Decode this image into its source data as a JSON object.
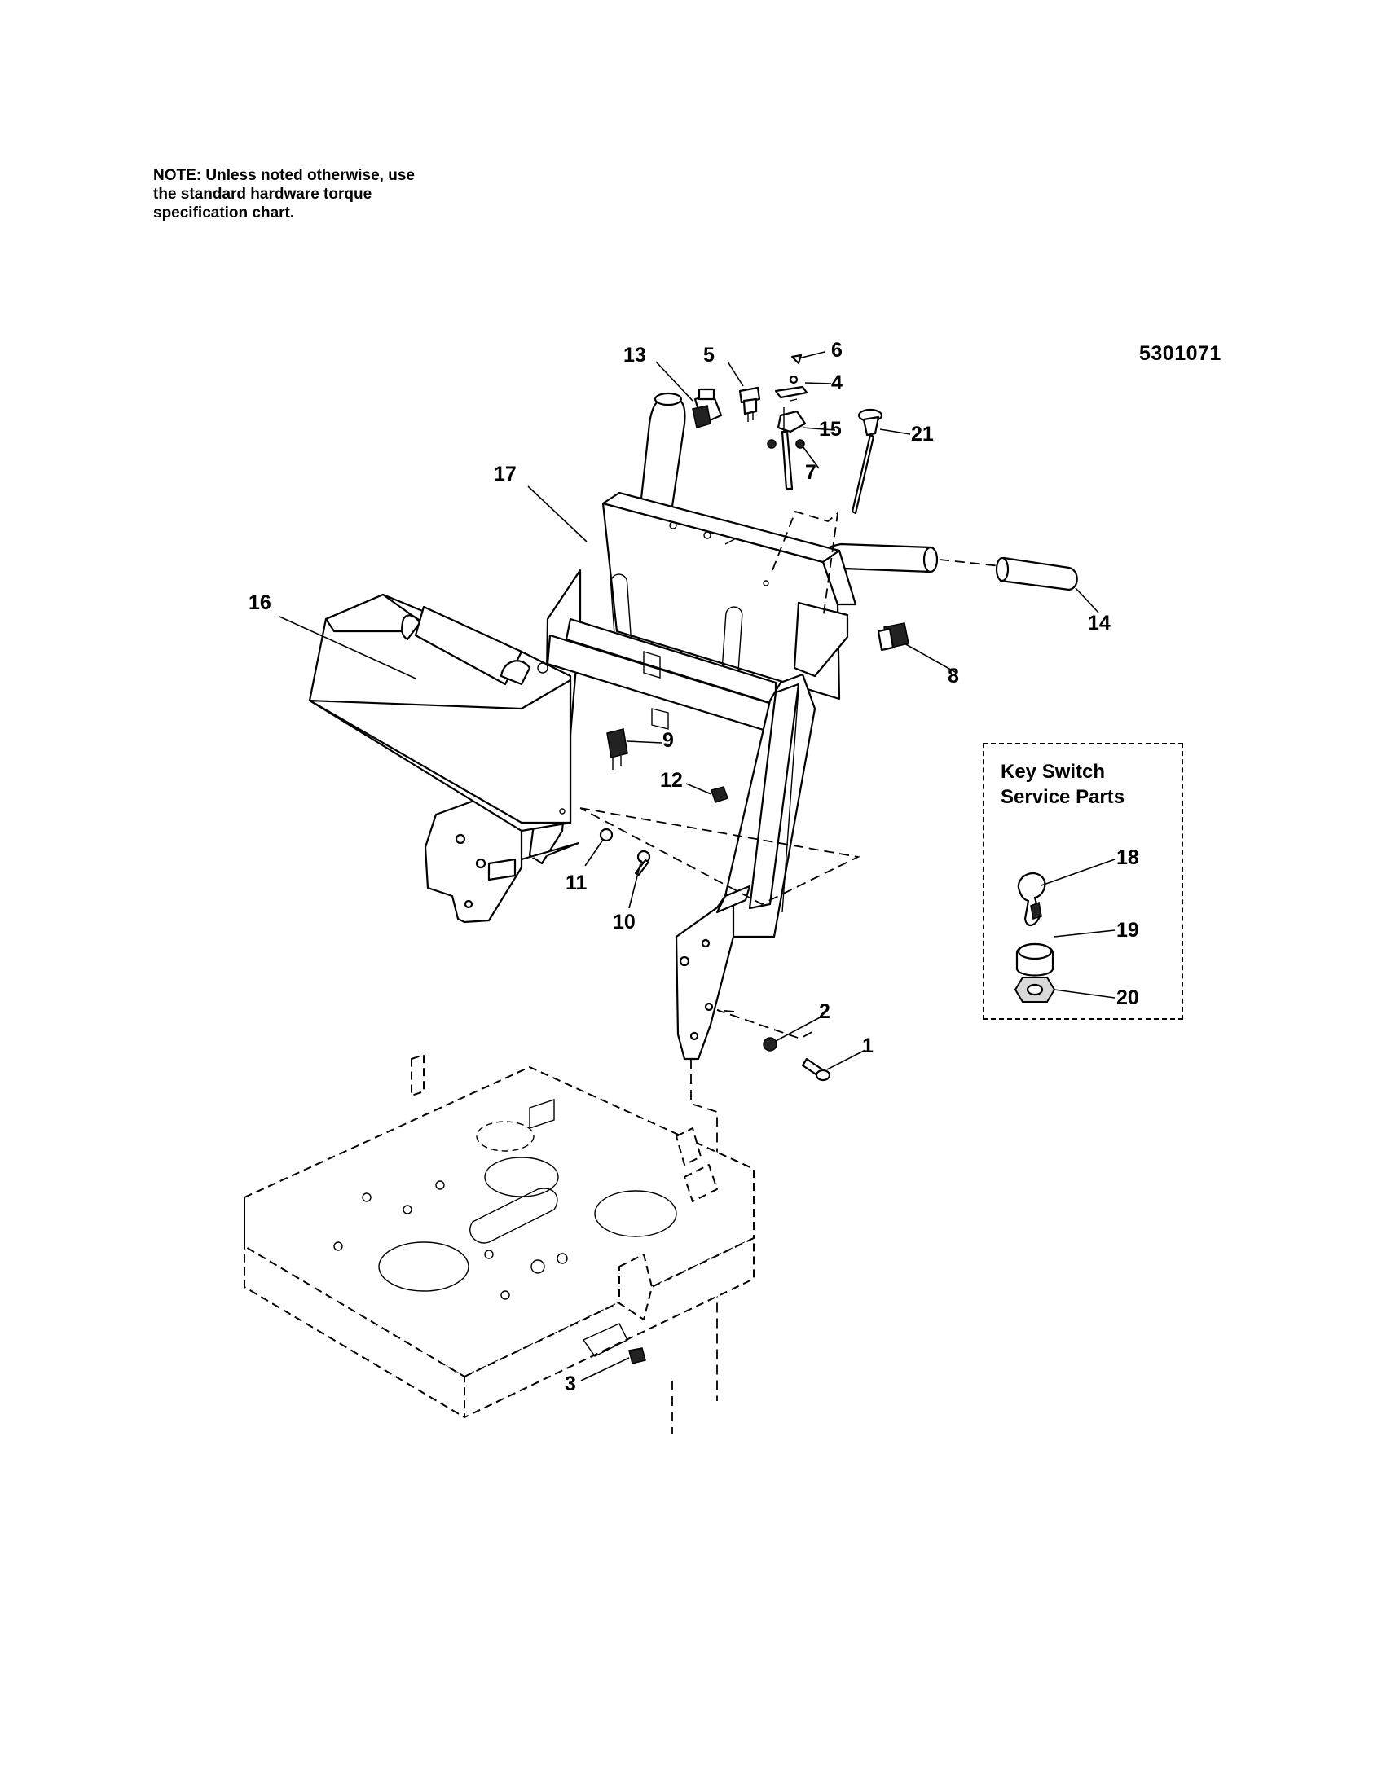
{
  "note": {
    "line1": "NOTE: Unless noted otherwise, use",
    "line2": "the standard hardware torque",
    "line3": "specification chart."
  },
  "document_number": "5301071",
  "key_switch_box": {
    "title_line1": "Key Switch",
    "title_line2": "Service Parts"
  },
  "callouts": {
    "c1": "1",
    "c2": "2",
    "c3": "3",
    "c4": "4",
    "c5": "5",
    "c6": "6",
    "c7": "7",
    "c8": "8",
    "c9": "9",
    "c10": "10",
    "c11": "11",
    "c12": "12",
    "c13": "13",
    "c14": "14",
    "c15": "15",
    "c16": "16",
    "c17": "17",
    "c18": "18",
    "c19": "19",
    "c20": "20",
    "c21": "21"
  }
}
